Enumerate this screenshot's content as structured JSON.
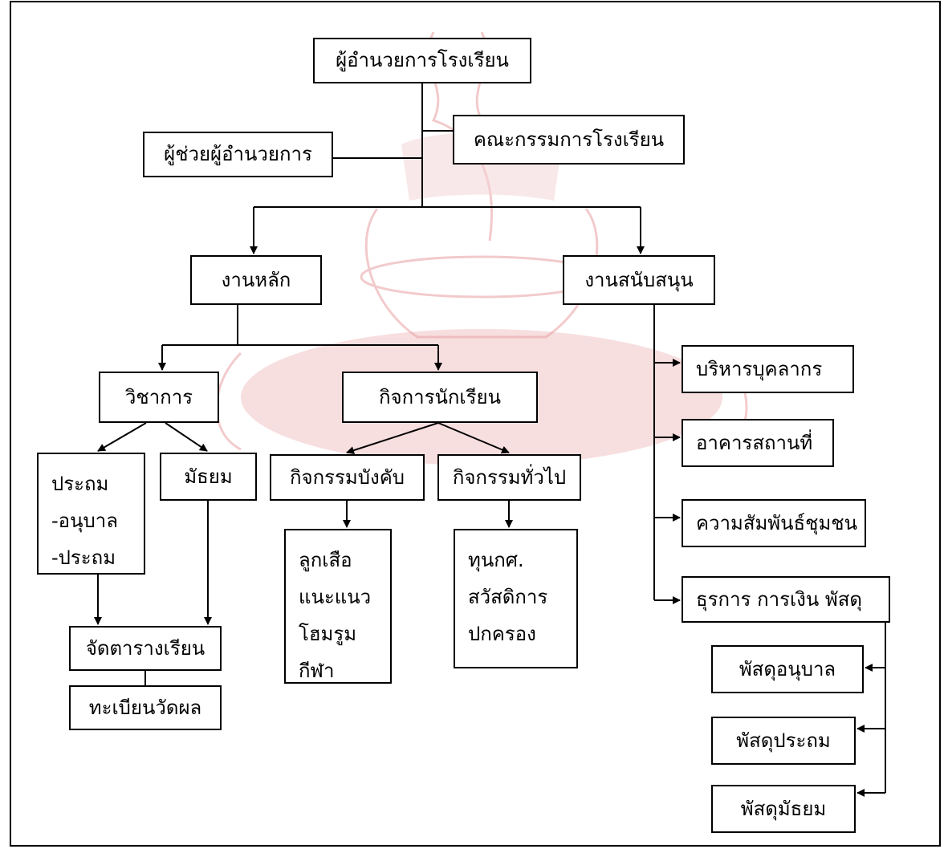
{
  "diagram": {
    "root": "ผู้อำนวยการโรงเรียน",
    "assistant": "ผู้ช่วยผู้อำนวยการ",
    "board": "คณะกรรมการโรงเรียน",
    "core_work": {
      "label": "งานหลัก",
      "academic": {
        "label": "วิชาการ",
        "primary_lines": [
          "ประถม",
          "-อนุบาล",
          "-ประถม"
        ],
        "secondary": "มัธยม",
        "schedule": "จัดตารางเรียน",
        "registration": "ทะเบียนวัดผล"
      },
      "student_affairs": {
        "label": "กิจการนักเรียน",
        "mandatory": "กิจกรรมบังคับ",
        "mandatory_items": [
          "ลูกเสือ",
          "แนะแนว",
          "โฮมรูม",
          "กีฬา"
        ],
        "general": "กิจกรรมทั่วไป",
        "general_items": [
          "ทุนกศ.",
          "สวัสดิการ",
          "ปกครอง"
        ]
      }
    },
    "support_work": {
      "label": "งานสนับสนุน",
      "items": [
        "บริหารบุคลากร",
        "อาคารสถานที่",
        "ความสัมพันธ์ชุมชน",
        "ธุรการ การเงิน พัสดุ"
      ],
      "supplies": [
        "พัสดุอนุบาล",
        "พัสดุประถม",
        "พัสดุมัธยม"
      ]
    }
  },
  "colors": {
    "line": "#000000",
    "box_border": "#000000",
    "watermark": "#e9a0a3"
  }
}
